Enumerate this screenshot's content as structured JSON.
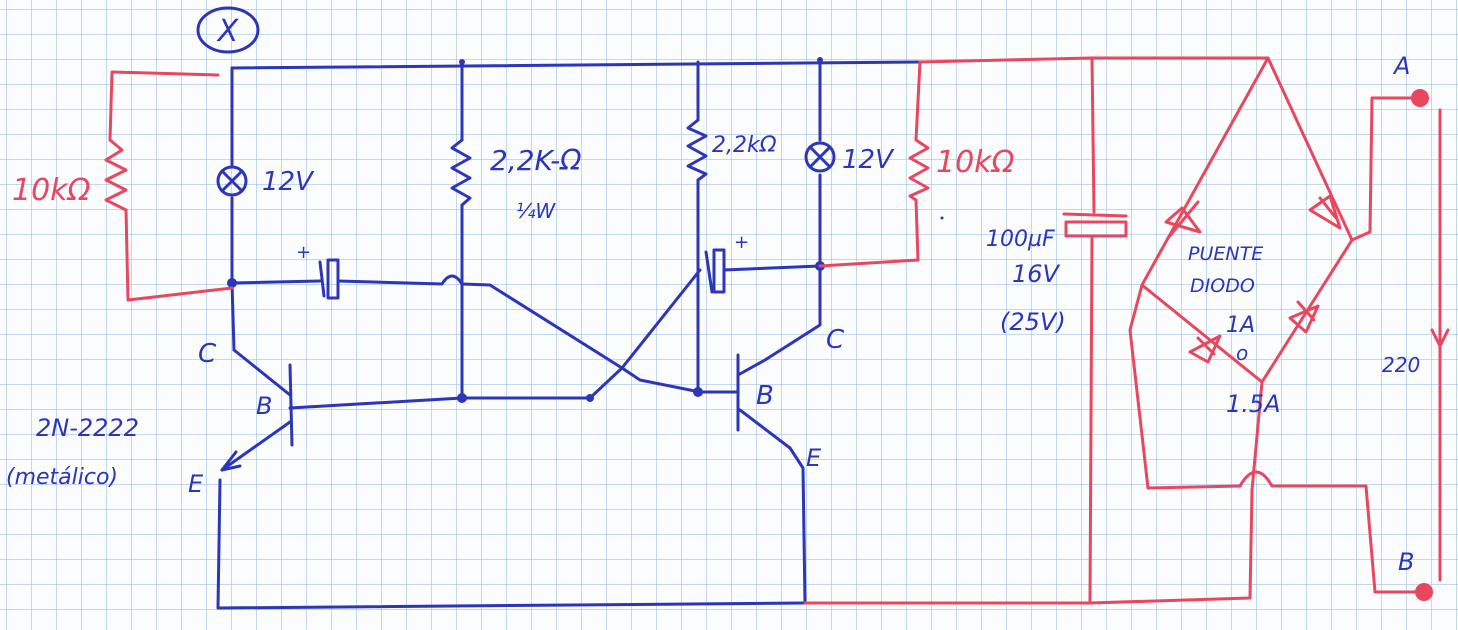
{
  "labels": {
    "ammeter": "X",
    "r_left": "10kΩ",
    "lamp_left": "12V",
    "r_mid1": "2,2K-Ω",
    "r_mid1_power": "¼W",
    "r_mid2": "2,2kΩ",
    "lamp_right": "12V",
    "r_right": "10kΩ",
    "cap_value": "100µF",
    "cap_v1": "16V",
    "cap_v2": "(25V)",
    "bridge_1": "PUENTE",
    "bridge_2": "DIODO",
    "bridge_3": "1A",
    "bridge_4": "o",
    "bridge_5": "1.5A",
    "terminal_a": "A",
    "terminal_b": "B",
    "ac_voltage": "220",
    "t1_c": "C",
    "t1_b": "B",
    "t1_e": "E",
    "t2_c": "C",
    "t2_b": "B",
    "t2_e": "E",
    "transistor_model": "2N-2222",
    "transistor_note": "(metálico)",
    "cap_plus_left": "+",
    "cap_plus_right": "+"
  },
  "colors": {
    "ink_blue": "#2b36b8",
    "ink_red": "#e8475e",
    "paper": "#fbfcfe",
    "grid": "#96b9e1"
  }
}
